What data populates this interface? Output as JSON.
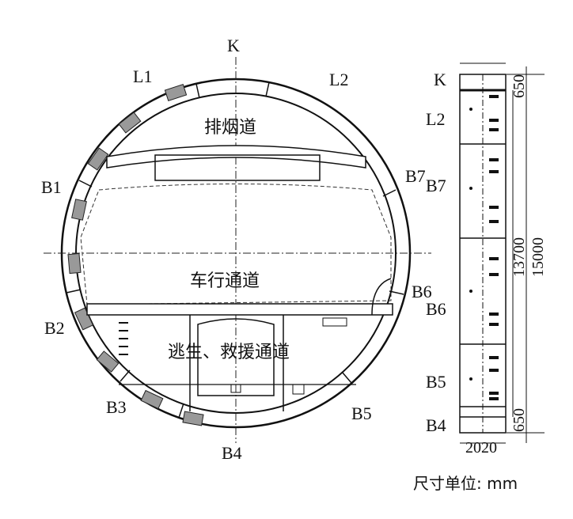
{
  "segments": {
    "K": "K",
    "L1": "L1",
    "L2": "L2",
    "B1": "B1",
    "B2": "B2",
    "B3": "B3",
    "B4": "B4",
    "B5": "B5",
    "B6": "B6",
    "B7": "B7"
  },
  "zones": {
    "smoke_duct": "排烟道",
    "traffic_lane": "车行通道",
    "escape_passage": "逃生、救援通道"
  },
  "strip_labels": [
    "K",
    "L2",
    "B7",
    "B6",
    "B5",
    "B4"
  ],
  "dimensions": {
    "top_key": "650",
    "bottom_key": "650",
    "inner": "13700",
    "total": "15000",
    "width": "2020"
  },
  "unit_note": "尺寸单位: mm"
}
